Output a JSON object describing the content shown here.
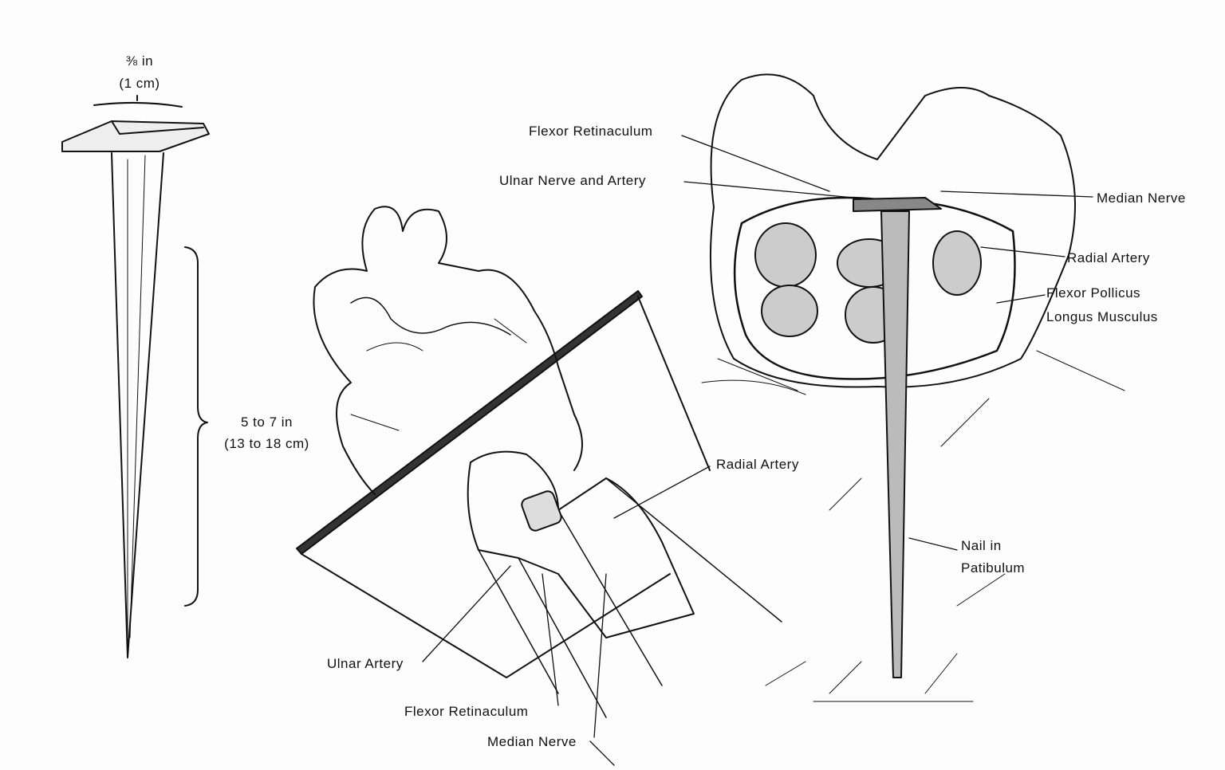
{
  "nail_dimensions": {
    "head_width": "⅜ in",
    "head_width_metric": "(1 cm)",
    "length": "5 to 7 in",
    "length_metric": "(13 to 18 cm)"
  },
  "hand_view_labels": {
    "radial_artery": "Radial Artery",
    "ulnar_artery": "Ulnar Artery",
    "flexor_retinaculum": "Flexor Retinaculum",
    "median_nerve": "Median Nerve"
  },
  "cross_section_labels": {
    "flexor_retinaculum": "Flexor Retinaculum",
    "ulnar_nerve_artery": "Ulnar Nerve and Artery",
    "median_nerve": "Median Nerve",
    "radial_artery": "Radial Artery",
    "flexor_pollicus_1": "Flexor Pollicus",
    "flexor_pollicus_2": "Longus Musculus",
    "nail_in_1": "Nail in",
    "nail_in_2": "Patibulum"
  }
}
